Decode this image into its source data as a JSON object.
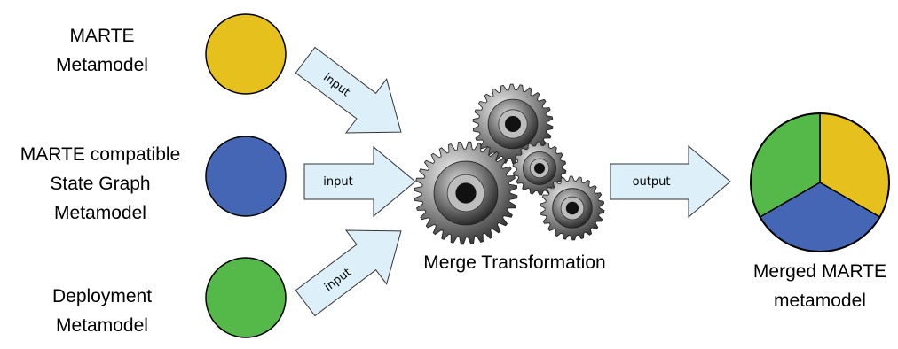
{
  "inputs": [
    {
      "lines": [
        "MARTE",
        "Metamodel"
      ],
      "color": "#e6c11e"
    },
    {
      "lines": [
        "MARTE compatible",
        "State Graph",
        "Metamodel"
      ],
      "color": "#4466b4"
    },
    {
      "lines": [
        "Deployment",
        "Metamodel"
      ],
      "color": "#55b94a"
    }
  ],
  "arrows": {
    "input_label": "input",
    "output_label": "output",
    "fill": "#ddf0fa"
  },
  "transformation": {
    "label": "Merge Transformation"
  },
  "result": {
    "lines": [
      "Merged MARTE",
      "metamodel"
    ]
  }
}
